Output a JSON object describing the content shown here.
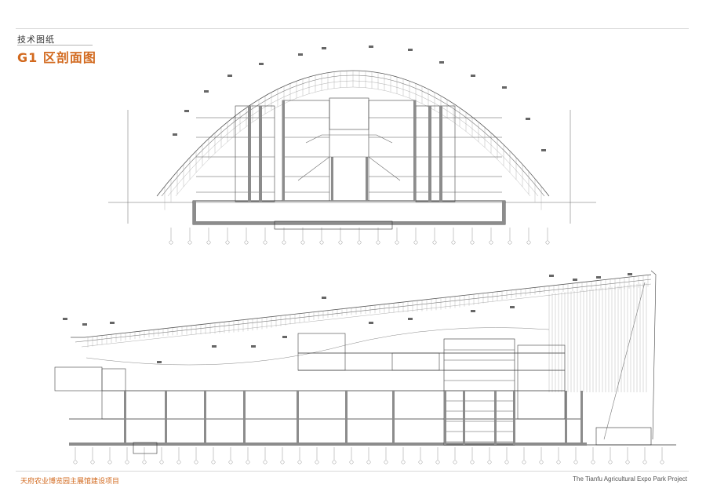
{
  "header": {
    "category": "技术图纸",
    "title": "G1 区剖面图"
  },
  "footer": {
    "left": "天府农业博览园主展馆建设项目",
    "right": "The Tianfu Agricultural Expo Park Project"
  },
  "colors": {
    "accent": "#d2691e",
    "line": "#444444",
    "fill": "#8c8c8c"
  }
}
